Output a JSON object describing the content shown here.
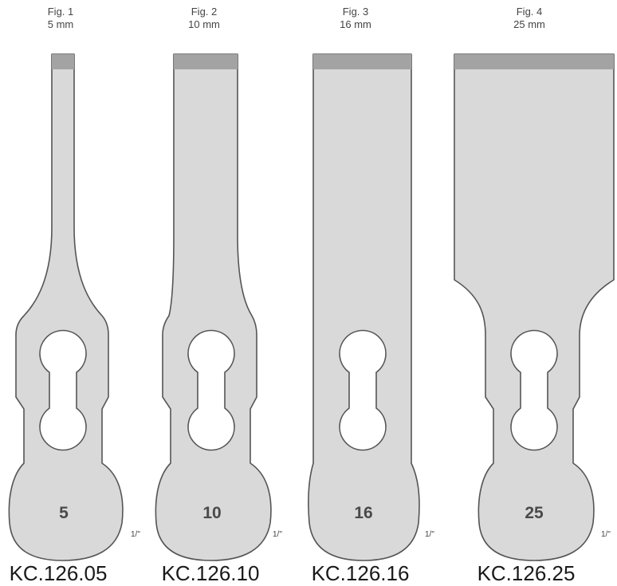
{
  "blades": [
    {
      "fig": "Fig. 1",
      "size": "5 mm",
      "number": "5",
      "scale": "1/\"",
      "code": "KC.126.05"
    },
    {
      "fig": "Fig. 2",
      "size": "10 mm",
      "number": "10",
      "scale": "1/\"",
      "code": "KC.126.10"
    },
    {
      "fig": "Fig. 3",
      "size": "16 mm",
      "number": "16",
      "scale": "1/\"",
      "code": "KC.126.16"
    },
    {
      "fig": "Fig. 4",
      "size": "25 mm",
      "number": "25",
      "scale": "1/\"",
      "code": "KC.126.25"
    }
  ]
}
